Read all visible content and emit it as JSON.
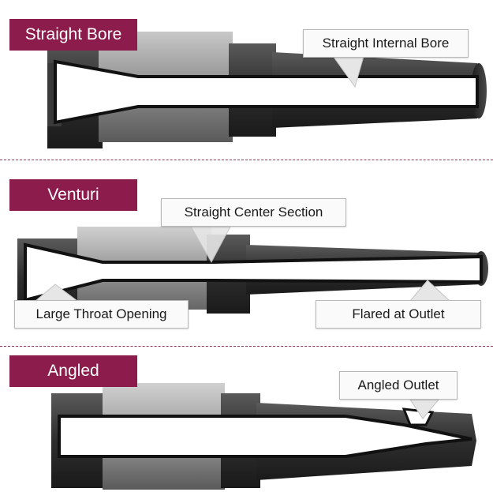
{
  "colors": {
    "title_bg": "#8c1c4c",
    "divider": "#8a3a5a",
    "nozzle_dark": "#2a2a2a",
    "nozzle_mid": "#4a4a4a",
    "nozzle_light": "#9a9a9a",
    "bore": "#ffffff"
  },
  "sections": [
    {
      "title": "Straight Bore",
      "callouts": [
        "Straight Internal Bore"
      ]
    },
    {
      "title": "Venturi",
      "callouts": [
        "Straight Center Section",
        "Large Throat Opening",
        "Flared at Outlet"
      ]
    },
    {
      "title": "Angled",
      "callouts": [
        "Angled Outlet"
      ]
    }
  ]
}
